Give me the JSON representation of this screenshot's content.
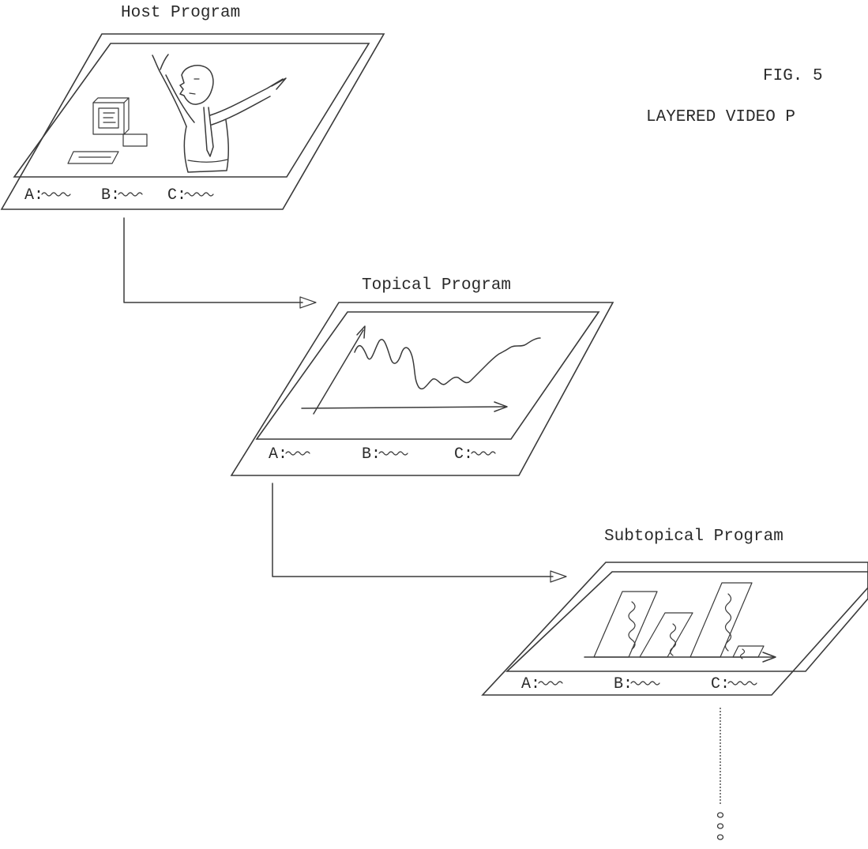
{
  "figure": {
    "number": "FIG. 5",
    "caption": "LAYERED VIDEO P"
  },
  "panels": [
    {
      "title": "Host Program",
      "subtitles": [
        "A:",
        "B:",
        "C:"
      ]
    },
    {
      "title": "Topical Program",
      "subtitles": [
        "A:",
        "B:",
        "C:"
      ]
    },
    {
      "title": "Subtopical Program",
      "subtitles": [
        "A:",
        "B:",
        "C:"
      ]
    }
  ],
  "continuation": "ooo"
}
